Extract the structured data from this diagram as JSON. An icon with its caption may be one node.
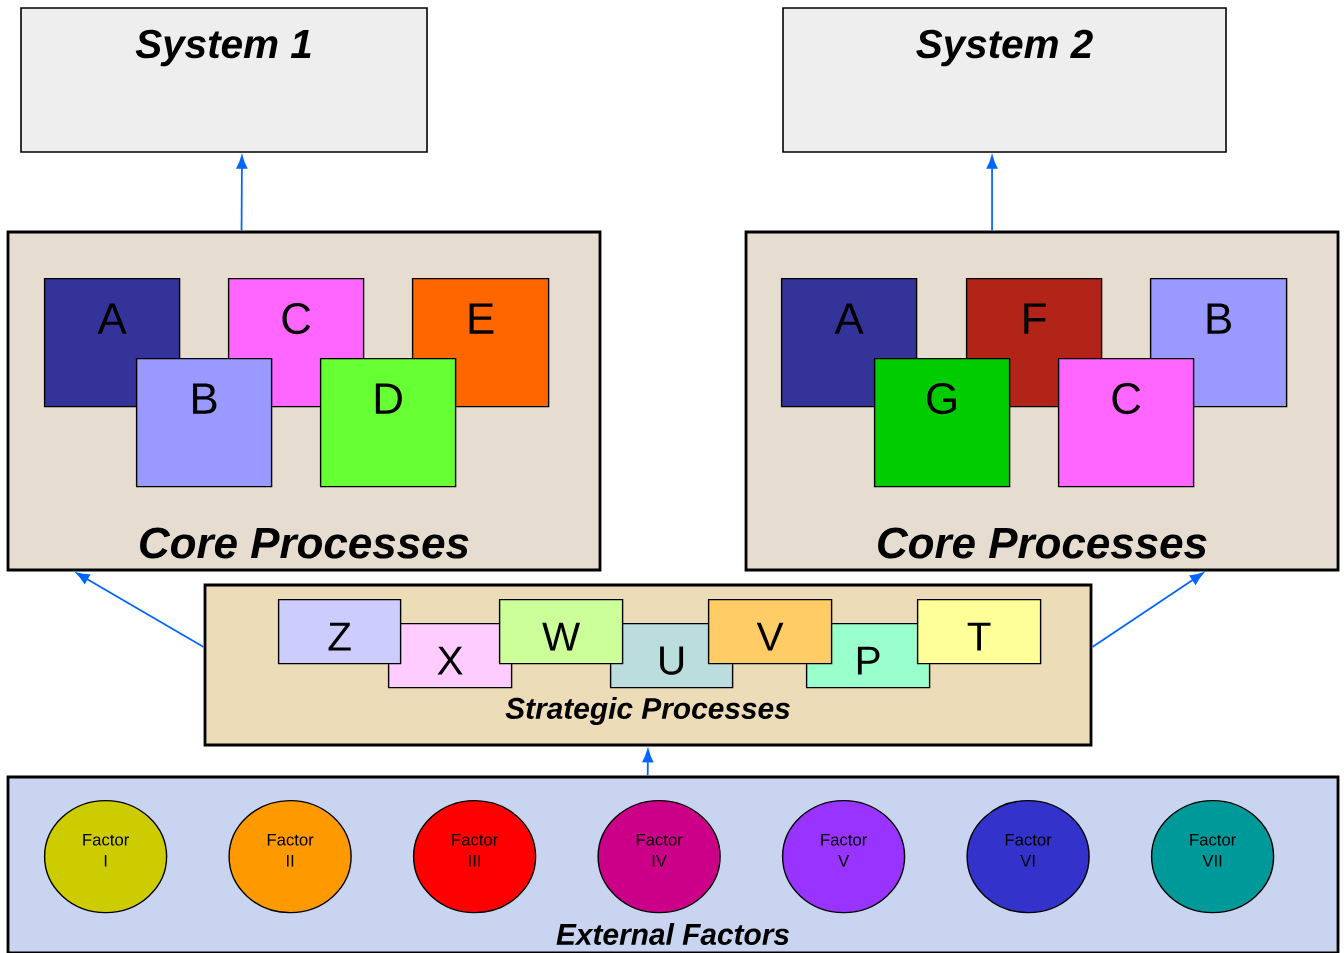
{
  "diagram": {
    "nodes": [
      {
        "text": [
          "System 1"
        ]
      },
      {
        "text": [
          "System 2"
        ]
      },
      {
        "text": [
          "Core Processes"
        ]
      },
      {
        "text": [
          "A"
        ],
        "in": 2
      },
      {
        "text": [
          "B"
        ],
        "in": 2
      },
      {
        "text": [
          "C"
        ],
        "in": 2
      },
      {
        "text": [
          "D"
        ],
        "in": 2
      },
      {
        "text": [
          "E"
        ],
        "in": 2
      },
      {
        "text": [
          "Core Processes"
        ]
      },
      {
        "text": [
          "A"
        ],
        "in": 8
      },
      {
        "text": [
          "G"
        ],
        "in": 8
      },
      {
        "text": [
          "F"
        ],
        "in": 8
      },
      {
        "text": [
          "C"
        ],
        "in": 8
      },
      {
        "text": [
          "B"
        ],
        "in": 8
      },
      {
        "text": [
          "Strategic Processes"
        ]
      },
      {
        "text": [
          "Z"
        ],
        "in": 14
      },
      {
        "text": [
          "X"
        ],
        "in": 14
      },
      {
        "text": [
          "W"
        ],
        "in": 14
      },
      {
        "text": [
          "U"
        ],
        "in": 14
      },
      {
        "text": [
          "V"
        ],
        "in": 14
      },
      {
        "text": [
          "P"
        ],
        "in": 14
      },
      {
        "text": [
          "T"
        ],
        "in": 14
      },
      {
        "text": [
          "External Factors"
        ]
      },
      {
        "text": [
          "Factor I"
        ],
        "in": 22
      },
      {
        "text": [
          "Factor II"
        ],
        "in": 22
      },
      {
        "text": [
          "Factor III"
        ],
        "in": 22
      },
      {
        "text": [
          "Factor IV"
        ],
        "in": 22
      },
      {
        "text": [
          "Factor V"
        ],
        "in": 22
      },
      {
        "text": [
          "Factor VI"
        ],
        "in": 22
      },
      {
        "text": [
          "Factor VII"
        ],
        "in": 22
      }
    ],
    "edges": [
      {
        "from": 2,
        "to": 0,
        "arrow": "to"
      },
      {
        "from": 8,
        "to": 1,
        "arrow": "to"
      },
      {
        "from": 14,
        "to": 2,
        "arrow": "to"
      },
      {
        "from": 14,
        "to": 8,
        "arrow": "to"
      },
      {
        "from": 22,
        "to": 14,
        "arrow": "to"
      }
    ]
  }
}
